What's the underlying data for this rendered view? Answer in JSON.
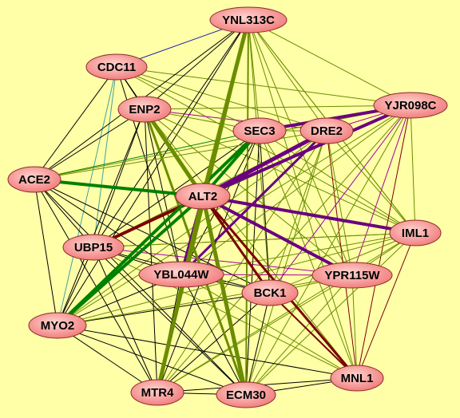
{
  "graph": {
    "background": "#ffffa8",
    "node_fill_light": "#ffd5d0",
    "node_fill_dark": "#f07878",
    "edge_colors": {
      "black": "#000000",
      "olive": "#6b8c00",
      "green": "#008000",
      "purple": "#6a0080",
      "darkred": "#7a0000",
      "blue": "#1a1ab0",
      "teal": "#40a0a0",
      "magenta": "#a000a0"
    },
    "nodes": [
      {
        "id": "YNL313C",
        "label": "YNL313C"
      },
      {
        "id": "CDC11",
        "label": "CDC11"
      },
      {
        "id": "YJR098C",
        "label": "YJR098C"
      },
      {
        "id": "ENP2",
        "label": "ENP2"
      },
      {
        "id": "SEC3",
        "label": "SEC3"
      },
      {
        "id": "DRE2",
        "label": "DRE2"
      },
      {
        "id": "ACE2",
        "label": "ACE2"
      },
      {
        "id": "ALT2",
        "label": "ALT2"
      },
      {
        "id": "IML1",
        "label": "IML1"
      },
      {
        "id": "UBP15",
        "label": "UBP15"
      },
      {
        "id": "YPR115W",
        "label": "YPR115W"
      },
      {
        "id": "YBL044W",
        "label": "YBL044W"
      },
      {
        "id": "BCK1",
        "label": "BCK1"
      },
      {
        "id": "MYO2",
        "label": "MYO2"
      },
      {
        "id": "MNL1",
        "label": "MNL1"
      },
      {
        "id": "MTR4",
        "label": "MTR4"
      },
      {
        "id": "ECM30",
        "label": "ECM30"
      }
    ],
    "edges": [
      [
        "ALT2",
        "YNL313C",
        "olive",
        5
      ],
      [
        "ALT2",
        "ENP2",
        "olive",
        5
      ],
      [
        "ALT2",
        "SEC3",
        "green",
        4
      ],
      [
        "ALT2",
        "DRE2",
        "purple",
        5
      ],
      [
        "ALT2",
        "YJR098C",
        "purple",
        4
      ],
      [
        "ALT2",
        "ACE2",
        "green",
        4
      ],
      [
        "ALT2",
        "IML1",
        "purple",
        4
      ],
      [
        "ALT2",
        "UBP15",
        "darkred",
        4
      ],
      [
        "ALT2",
        "YPR115W",
        "purple",
        4
      ],
      [
        "ALT2",
        "YBL044W",
        "purple",
        4
      ],
      [
        "ALT2",
        "BCK1",
        "darkred",
        3
      ],
      [
        "ALT2",
        "MYO2",
        "green",
        4
      ],
      [
        "ALT2",
        "MNL1",
        "darkred",
        3
      ],
      [
        "ALT2",
        "MTR4",
        "olive",
        5
      ],
      [
        "ALT2",
        "ECM30",
        "olive",
        5
      ],
      [
        "ALT2",
        "CDC11",
        "black",
        1
      ],
      [
        "SEC3",
        "MYO2",
        "green",
        4
      ],
      [
        "DRE2",
        "YBL044W",
        "purple",
        3
      ],
      [
        "YJR098C",
        "SEC3",
        "purple",
        4
      ],
      [
        "YNL313C",
        "MTR4",
        "olive",
        3
      ],
      [
        "ENP2",
        "ECM30",
        "olive",
        3
      ],
      [
        "YNL313C",
        "ECM30",
        "olive",
        2
      ],
      [
        "CDC11",
        "YNL313C",
        "blue",
        1
      ],
      [
        "CDC11",
        "ENP2",
        "black",
        1
      ],
      [
        "CDC11",
        "SEC3",
        "olive",
        1
      ],
      [
        "CDC11",
        "DRE2",
        "olive",
        1
      ],
      [
        "CDC11",
        "YJR098C",
        "olive",
        1
      ],
      [
        "CDC11",
        "ACE2",
        "black",
        1
      ],
      [
        "CDC11",
        "UBP15",
        "teal",
        1
      ],
      [
        "CDC11",
        "MYO2",
        "teal",
        1
      ],
      [
        "CDC11",
        "BCK1",
        "black",
        1
      ],
      [
        "CDC11",
        "YBL044W",
        "black",
        1
      ],
      [
        "CDC11",
        "IML1",
        "olive",
        1
      ],
      [
        "YNL313C",
        "ENP2",
        "black",
        1
      ],
      [
        "YNL313C",
        "SEC3",
        "olive",
        1
      ],
      [
        "YNL313C",
        "DRE2",
        "olive",
        1
      ],
      [
        "YNL313C",
        "YJR098C",
        "olive",
        1
      ],
      [
        "YNL313C",
        "ACE2",
        "black",
        1
      ],
      [
        "YNL313C",
        "UBP15",
        "black",
        1
      ],
      [
        "YNL313C",
        "YBL044W",
        "black",
        1
      ],
      [
        "YNL313C",
        "BCK1",
        "olive",
        1
      ],
      [
        "YNL313C",
        "IML1",
        "olive",
        1
      ],
      [
        "YNL313C",
        "YPR115W",
        "olive",
        1
      ],
      [
        "YNL313C",
        "MYO2",
        "black",
        1
      ],
      [
        "YNL313C",
        "MNL1",
        "olive",
        1
      ],
      [
        "ENP2",
        "SEC3",
        "olive",
        1
      ],
      [
        "ENP2",
        "DRE2",
        "magenta",
        1
      ],
      [
        "ENP2",
        "YJR098C",
        "olive",
        1
      ],
      [
        "ENP2",
        "ACE2",
        "black",
        1
      ],
      [
        "ENP2",
        "UBP15",
        "black",
        1
      ],
      [
        "ENP2",
        "YBL044W",
        "black",
        1
      ],
      [
        "ENP2",
        "BCK1",
        "olive",
        1
      ],
      [
        "ENP2",
        "MYO2",
        "black",
        1
      ],
      [
        "ENP2",
        "MTR4",
        "black",
        1
      ],
      [
        "ENP2",
        "YPR115W",
        "olive",
        1
      ],
      [
        "ENP2",
        "MNL1",
        "olive",
        1
      ],
      [
        "ENP2",
        "IML1",
        "olive",
        1
      ],
      [
        "SEC3",
        "DRE2",
        "olive",
        1
      ],
      [
        "SEC3",
        "ACE2",
        "green",
        1
      ],
      [
        "SEC3",
        "UBP15",
        "black",
        1
      ],
      [
        "SEC3",
        "YBL044W",
        "black",
        1
      ],
      [
        "SEC3",
        "BCK1",
        "black",
        1
      ],
      [
        "SEC3",
        "MTR4",
        "black",
        1
      ],
      [
        "SEC3",
        "ECM30",
        "black",
        1
      ],
      [
        "SEC3",
        "IML1",
        "olive",
        1
      ],
      [
        "SEC3",
        "YPR115W",
        "olive",
        1
      ],
      [
        "SEC3",
        "MNL1",
        "olive",
        1
      ],
      [
        "DRE2",
        "YJR098C",
        "magenta",
        1
      ],
      [
        "DRE2",
        "ACE2",
        "olive",
        1
      ],
      [
        "DRE2",
        "UBP15",
        "olive",
        1
      ],
      [
        "DRE2",
        "BCK1",
        "olive",
        1
      ],
      [
        "DRE2",
        "IML1",
        "olive",
        1
      ],
      [
        "DRE2",
        "YPR115W",
        "olive",
        1
      ],
      [
        "DRE2",
        "MNL1",
        "darkred",
        1
      ],
      [
        "DRE2",
        "MYO2",
        "olive",
        1
      ],
      [
        "DRE2",
        "MTR4",
        "olive",
        1
      ],
      [
        "DRE2",
        "ECM30",
        "olive",
        1
      ],
      [
        "YJR098C",
        "UBP15",
        "olive",
        1
      ],
      [
        "YJR098C",
        "YBL044W",
        "olive",
        1
      ],
      [
        "YJR098C",
        "BCK1",
        "magenta",
        1
      ],
      [
        "YJR098C",
        "IML1",
        "olive",
        1
      ],
      [
        "YJR098C",
        "YPR115W",
        "magenta",
        1
      ],
      [
        "YJR098C",
        "MNL1",
        "darkred",
        1
      ],
      [
        "YJR098C",
        "ACE2",
        "olive",
        1
      ],
      [
        "YJR098C",
        "MYO2",
        "olive",
        1
      ],
      [
        "YJR098C",
        "MTR4",
        "olive",
        1
      ],
      [
        "YJR098C",
        "ECM30",
        "olive",
        1
      ],
      [
        "ACE2",
        "UBP15",
        "black",
        1
      ],
      [
        "ACE2",
        "MYO2",
        "black",
        1
      ],
      [
        "ACE2",
        "YBL044W",
        "black",
        1
      ],
      [
        "ACE2",
        "BCK1",
        "black",
        1
      ],
      [
        "ACE2",
        "MTR4",
        "black",
        1
      ],
      [
        "ACE2",
        "ECM30",
        "black",
        1
      ],
      [
        "UBP15",
        "YBL044W",
        "black",
        1
      ],
      [
        "UBP15",
        "BCK1",
        "black",
        1
      ],
      [
        "UBP15",
        "MYO2",
        "black",
        1
      ],
      [
        "UBP15",
        "MTR4",
        "black",
        1
      ],
      [
        "UBP15",
        "ECM30",
        "black",
        1
      ],
      [
        "UBP15",
        "YPR115W",
        "magenta",
        1
      ],
      [
        "UBP15",
        "MNL1",
        "olive",
        1
      ],
      [
        "UBP15",
        "IML1",
        "olive",
        1
      ],
      [
        "YBL044W",
        "BCK1",
        "black",
        1
      ],
      [
        "YBL044W",
        "MYO2",
        "black",
        1
      ],
      [
        "YBL044W",
        "MTR4",
        "black",
        1
      ],
      [
        "YBL044W",
        "ECM30",
        "black",
        1
      ],
      [
        "YBL044W",
        "YPR115W",
        "magenta",
        1
      ],
      [
        "YBL044W",
        "MNL1",
        "olive",
        1
      ],
      [
        "YBL044W",
        "IML1",
        "olive",
        1
      ],
      [
        "BCK1",
        "MYO2",
        "black",
        1
      ],
      [
        "BCK1",
        "MTR4",
        "black",
        1
      ],
      [
        "BCK1",
        "ECM30",
        "black",
        1
      ],
      [
        "BCK1",
        "YPR115W",
        "olive",
        1
      ],
      [
        "BCK1",
        "MNL1",
        "darkred",
        2
      ],
      [
        "BCK1",
        "IML1",
        "olive",
        1
      ],
      [
        "YPR115W",
        "IML1",
        "olive",
        1
      ],
      [
        "YPR115W",
        "MNL1",
        "olive",
        1
      ],
      [
        "YPR115W",
        "MYO2",
        "olive",
        1
      ],
      [
        "YPR115W",
        "MTR4",
        "olive",
        1
      ],
      [
        "YPR115W",
        "ECM30",
        "olive",
        1
      ],
      [
        "IML1",
        "MNL1",
        "darkred",
        1
      ],
      [
        "IML1",
        "MYO2",
        "olive",
        1
      ],
      [
        "IML1",
        "MTR4",
        "olive",
        1
      ],
      [
        "IML1",
        "ECM30",
        "olive",
        1
      ],
      [
        "MYO2",
        "MTR4",
        "black",
        1
      ],
      [
        "MYO2",
        "ECM30",
        "black",
        1
      ],
      [
        "MYO2",
        "MNL1",
        "black",
        1
      ],
      [
        "MTR4",
        "ECM30",
        "black",
        1
      ],
      [
        "MTR4",
        "MNL1",
        "black",
        1
      ],
      [
        "ECM30",
        "MNL1",
        "black",
        1
      ],
      [
        "IML1",
        "UBP15",
        "olive",
        1
      ],
      [
        "YNL313C",
        "IML1",
        "olive",
        1
      ]
    ]
  }
}
